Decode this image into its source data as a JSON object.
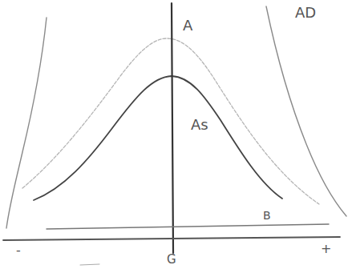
{
  "diagram": {
    "labels": [
      "A",
      "AD",
      "As",
      "B",
      "G",
      "-",
      "+"
    ]
  }
}
